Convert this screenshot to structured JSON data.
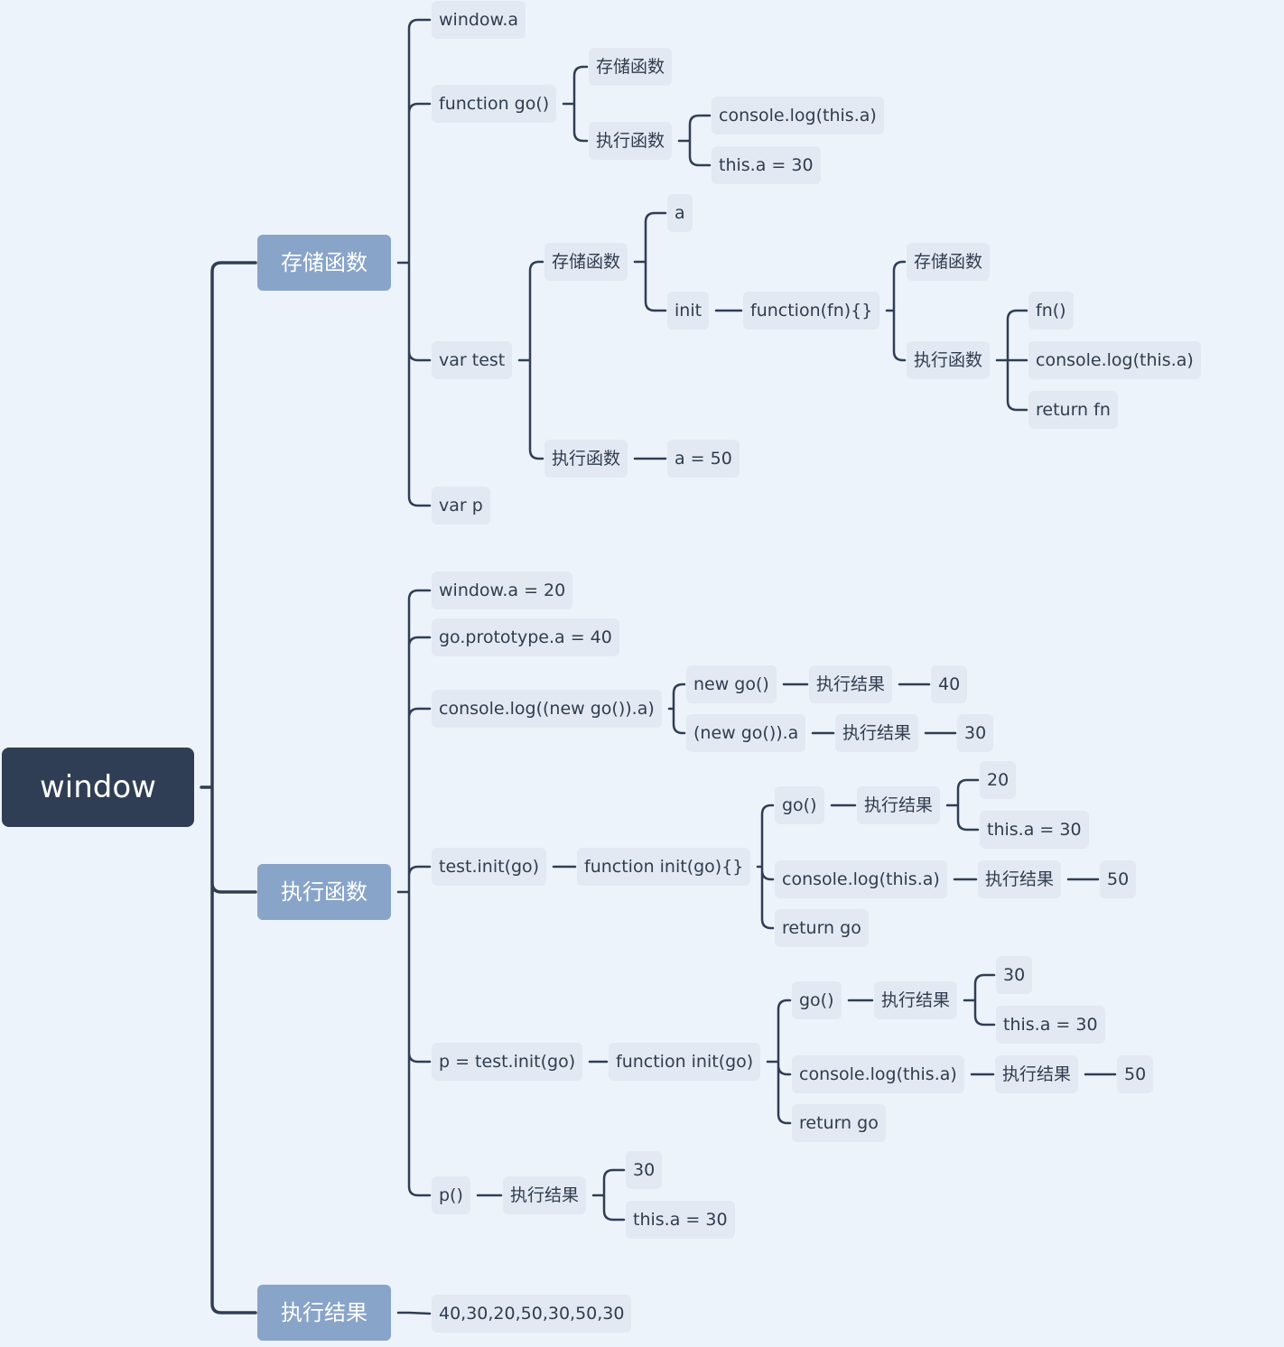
{
  "root": "window",
  "branches": {
    "store": {
      "label": "存储函数",
      "window_a": "window.a",
      "go": {
        "label": "function go()",
        "store": "存储函数",
        "exec": "执行函数",
        "log": "console.log(this.a)",
        "assign": "this.a = 30"
      },
      "test": {
        "label": "var test",
        "store": "存储函数",
        "a": "a",
        "init": "init",
        "fn": "function(fn){}",
        "fn_store": "存储函数",
        "fn_exec": "执行函数",
        "call": "fn()",
        "log": "console.log(this.a)",
        "ret": "return fn",
        "exec": "执行函数",
        "assign": "a = 50"
      },
      "p": "var p"
    },
    "exec": {
      "label": "执行函数",
      "window_a": "window.a = 20",
      "proto": "go.prototype.a = 40",
      "log": {
        "label": "console.log((new go()).a)",
        "new1": "new go()",
        "res1": "执行结果",
        "val1": "40",
        "new2": "(new go()).a",
        "res2": "执行结果",
        "val2": "30"
      },
      "init": {
        "label": "test.init(go)",
        "fn": "function init(go){}",
        "go": "go()",
        "go_res": "执行结果",
        "v20": "20",
        "assign": "this.a = 30",
        "log": "console.log(this.a)",
        "log_res": "执行结果",
        "v50": "50",
        "ret": "return go"
      },
      "pinit": {
        "label": "p = test.init(go)",
        "fn": "function init(go)",
        "go": "go()",
        "go_res": "执行结果",
        "v30": "30",
        "assign": "this.a = 30",
        "log": "console.log(this.a)",
        "log_res": "执行结果",
        "v50": "50",
        "ret": "return go"
      },
      "p": {
        "label": "p()",
        "res": "执行结果",
        "v30": "30",
        "assign": "this.a = 30"
      }
    },
    "result": {
      "label": "执行结果",
      "value": "40,30,20,50,30,50,30"
    }
  },
  "colors": {
    "background": "#edf3fb",
    "root": "#2f3e54",
    "main": "#88a4c8",
    "leaf": "#e3e9f2",
    "line": "#2f3e54"
  }
}
